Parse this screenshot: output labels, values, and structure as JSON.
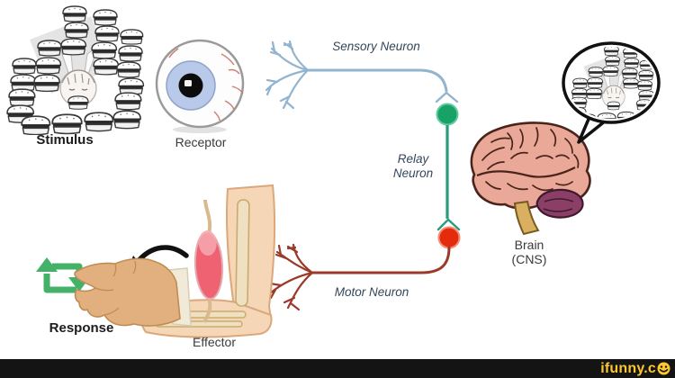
{
  "labels": {
    "stimulus": "Stimulus",
    "receptor": "Receptor",
    "sensory_neuron": "Sensory Neuron",
    "relay_line1": "Relay",
    "relay_line2": "Neuron",
    "brain_line1": "Brain",
    "brain_line2": "(CNS)",
    "motor_neuron": "Motor Neuron",
    "effector": "Effector",
    "response": "Response"
  },
  "watermark": {
    "text": "ifunny.c",
    "smiley_icon": "smiley-face-as-letter-o",
    "background": "#141414",
    "color": "#fdc731"
  },
  "flow_sequence": [
    "Stimulus",
    "Receptor",
    "Sensory Neuron",
    "Relay Neuron",
    "Brain (CNS)",
    "Motor Neuron",
    "Effector",
    "Response"
  ],
  "colors": {
    "sensory_line": "#92b4cf",
    "relay_line": "#2a9c7c",
    "relay_soma_green": "#18a266",
    "motor_soma_red": "#e42b0c",
    "motor_line": "#9c3a2a",
    "brain_pink": "#e9a898",
    "cerebellum_purple": "#8c3f66",
    "brainstem_tan": "#d9b061",
    "skin": "#f5d7b8",
    "muscle_red": "#ee6272",
    "repeat_icon_green": "#43b168",
    "iris_blue": "#b9c9ea"
  }
}
